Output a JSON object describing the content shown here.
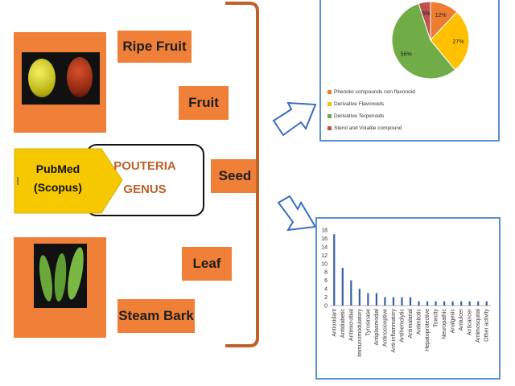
{
  "left": {
    "labels": {
      "ripe_fruit": "Ripe Fruit",
      "fruit": "Fruit",
      "seed": "Seed",
      "leaf": "Leaf",
      "steam_bark": "Steam Bark"
    },
    "source": {
      "line1": "PubMed",
      "line2": "(Scopus)"
    },
    "genus": {
      "line1": "POUTERIA",
      "line2": "GENUS"
    }
  },
  "colors": {
    "orange_box": "#f08038",
    "yellow_tag": "#f5c800",
    "genus_text": "#c0602a",
    "bracket": "#c0602a",
    "frame": "#5b8fd1",
    "bar": "#3a5fa8"
  },
  "chart_data": [
    {
      "type": "pie",
      "labels": [
        "Phenolic compounds non flavonoid",
        "Derivative Flavonoids",
        "Derivative Terpenoids",
        "Sterol and Volatile compound"
      ],
      "values": [
        12,
        27,
        56,
        5
      ],
      "slice_labels": [
        "12%",
        "27%",
        "56%",
        "5%"
      ],
      "colors": [
        "#ed7d31",
        "#ffc000",
        "#70ad47",
        "#c0504d"
      ],
      "legend_position": "bottom-left"
    },
    {
      "type": "bar",
      "categories": [
        "Antioxidant",
        "Antidiabetic",
        "Antimicrobial",
        "Immunomodulatory",
        "Tyrosinase",
        "Antiplasmodial",
        "Antinociceptive",
        "Anti-inflammatory",
        "Antihemolytic",
        "Antimalarial",
        "Antimitotic",
        "Hepatoprotective",
        "Toxicity",
        "Neuropathic",
        "Analgesic",
        "Antiulcer",
        "Anticancer",
        "Antimosquital",
        "Other activity"
      ],
      "values": [
        17,
        9,
        6,
        4,
        3,
        3,
        2,
        2,
        2,
        2,
        1,
        1,
        1,
        1,
        1,
        1,
        1,
        1,
        1
      ],
      "ylim": [
        0,
        18
      ],
      "yticks": [
        0,
        2,
        4,
        6,
        8,
        10,
        12,
        14,
        16,
        18
      ],
      "grid": false
    }
  ]
}
